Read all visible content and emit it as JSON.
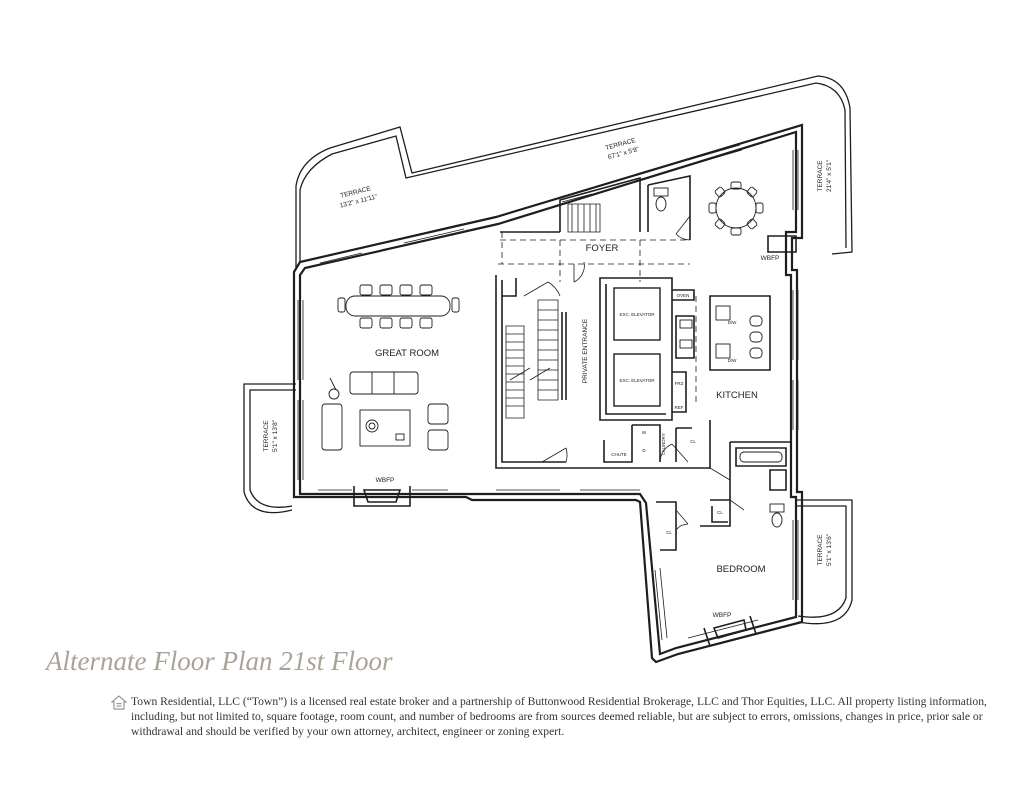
{
  "labels": {
    "terrace_nw": "TERRACE",
    "terrace_nw_dim": "13'2\" x 11'11\"",
    "terrace_n": "TERRACE",
    "terrace_n_dim": "67'1\" x 5'8\"",
    "terrace_ne": "TERRACE",
    "terrace_ne_dim": "21'4\" x 5'1\"",
    "terrace_w": "TERRACE",
    "terrace_w_dim": "5'1\" x 13'8\"",
    "terrace_se": "TERRACE",
    "terrace_se_dim": "5'1\" x 13'6\"",
    "foyer": "FOYER",
    "great_room": "GREAT ROOM",
    "kitchen": "KITCHEN",
    "bedroom": "BEDROOM",
    "private_entrance": "PRIVATE ENTRANCE",
    "elevator_1": "EXC. ELEVATOR",
    "elevator_2": "EXC. ELEVATOR",
    "laundry": "LAUNDRY",
    "chute": "CHUTE",
    "wbfp_kitchen": "WBFP",
    "wbfp_great": "WBFP",
    "wbfp_bedroom": "WBFP",
    "oven": "OVEN",
    "frz": "FRZ",
    "ref": "REF",
    "dw_1": "D/W",
    "dw_2": "D/W",
    "cl_1": "CL",
    "cl_2": "CL",
    "cl_3": "CL",
    "washer": "W",
    "dryer": "D"
  },
  "title": "Alternate Floor Plan 21st Floor",
  "disclaimer": "Town Residential, LLC (“Town”) is a licensed real estate broker and a partnership of Buttonwood Residential Brokerage, LLC and Thor Equities, LLC. All property listing information, including, but not limited to, square footage, room count, and number of bedrooms are from sources deemed reliable, but are subject to errors, omissions, changes in price, prior sale or withdrawal and should be verified by your own attorney, architect, engineer or zoning expert.",
  "colors": {
    "title": "#a9a297",
    "lines": "#1e1e1e",
    "text": "#333333"
  },
  "icons": {
    "equal_housing": "equal-housing-opportunity-icon"
  }
}
